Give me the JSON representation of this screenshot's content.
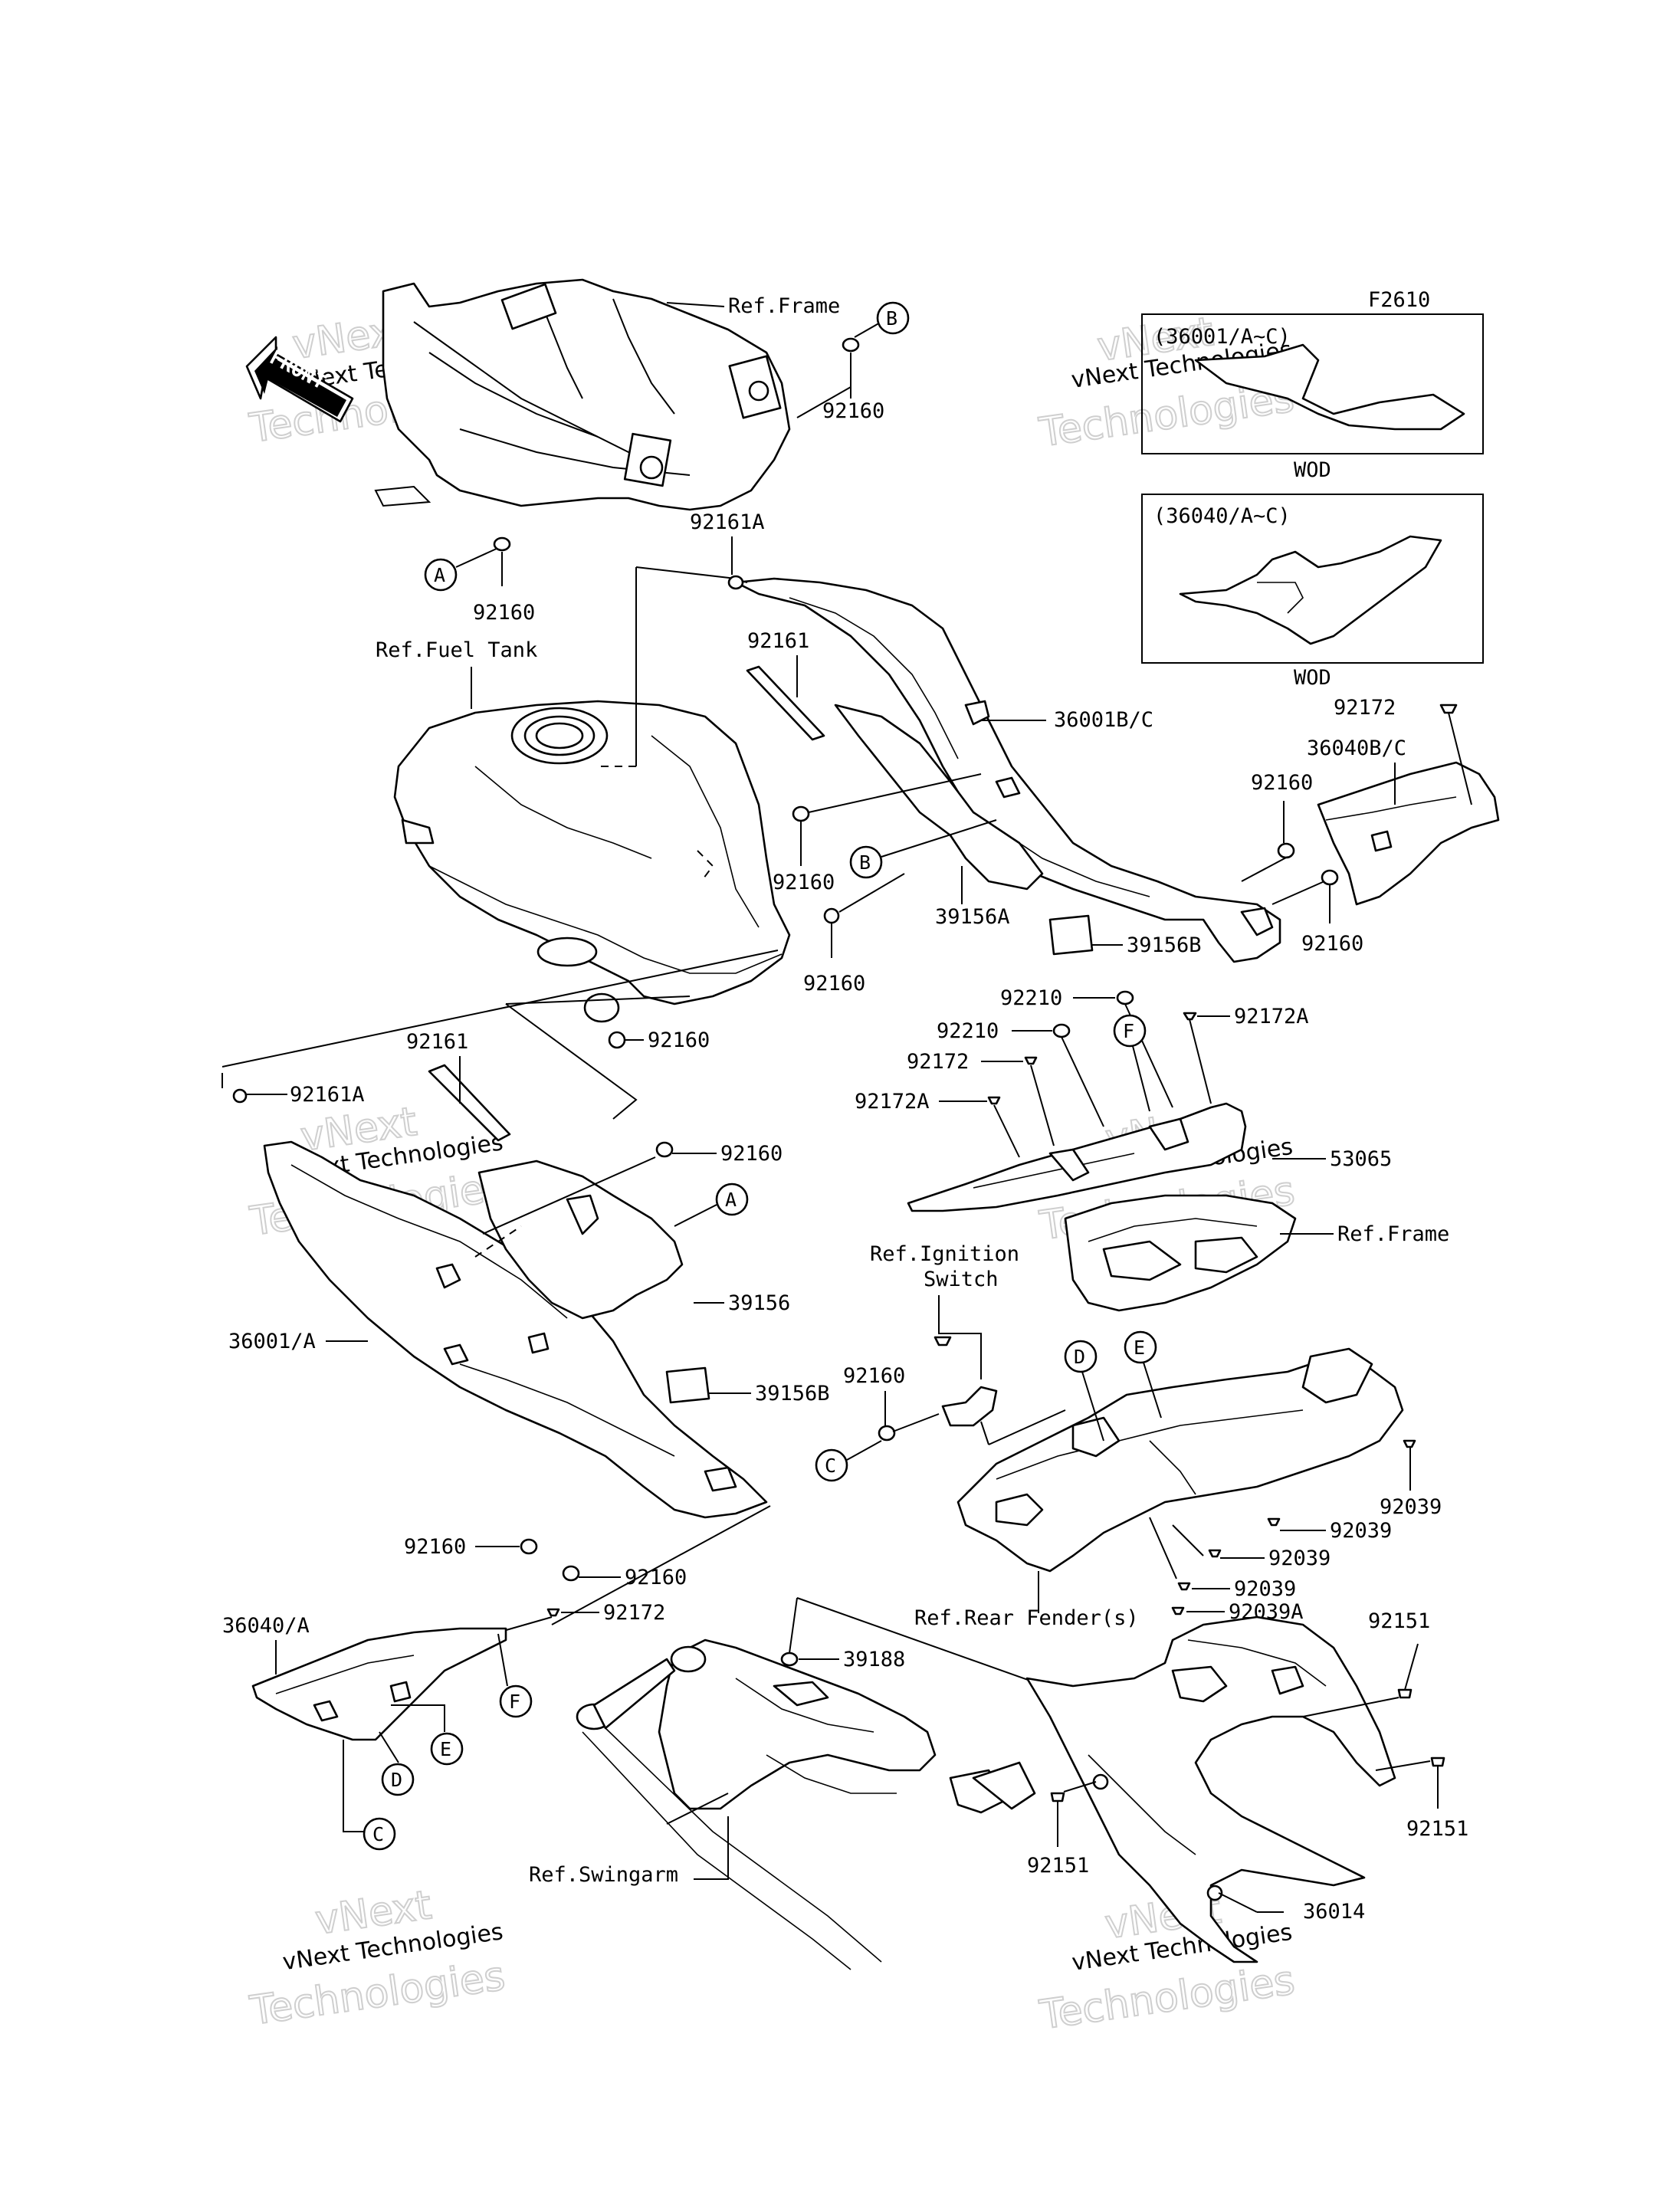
{
  "diagram_code": "F2610",
  "front_arrow": "FRONT",
  "insets": [
    {
      "code": "(36001/A~C)",
      "caption": "WOD"
    },
    {
      "code": "(36040/A~C)",
      "caption": "WOD"
    }
  ],
  "refs": {
    "frame_top": "Ref.Frame",
    "fuel_tank": "Ref.Fuel Tank",
    "frame_mid": "Ref.Frame",
    "ignition_1": "Ref.Ignition",
    "ignition_2": "Switch",
    "rear_fender": "Ref.Rear Fender(s)",
    "swingarm": "Ref.Swingarm"
  },
  "parts": {
    "p92160_top": "92160",
    "p92160_a": "92160",
    "p92161A_top": "92161A",
    "p92161_top": "92161",
    "p36001BC": "36001B/C",
    "p92160_mid1": "92160",
    "p39156A": "39156A",
    "p92160_mid2": "92160",
    "p39156B_right": "39156B",
    "p92160_tank": "92160",
    "p92172_right": "92172",
    "p36040BC": "36040B/C",
    "p92160_r1": "92160",
    "p92160_r2": "92160",
    "p92210_a": "92210",
    "p92172A_a": "92172A",
    "p92210_b": "92210",
    "p92172_b": "92172",
    "p92172A_b": "92172A",
    "p53065": "53065",
    "p92161_left": "92161",
    "p92161A_left": "92161A",
    "p92160_left1": "92160",
    "p39156": "39156",
    "p36001A": "36001/A",
    "p39156B_left": "39156B",
    "p92160_c": "92160",
    "p92039_1": "92039",
    "p92039_2": "92039",
    "p92039_3": "92039",
    "p92039_4": "92039",
    "p92039A": "92039A",
    "p92160_low1": "92160",
    "p92160_low2": "92160",
    "p92172_low": "92172",
    "p36040A": "36040/A",
    "p39188": "39188",
    "p92151_1": "92151",
    "p92151_2": "92151",
    "p92151_3": "92151",
    "p36014": "36014"
  },
  "callouts": {
    "A1": "A",
    "A2": "A",
    "B1": "B",
    "B2": "B",
    "C1": "C",
    "C2": "C",
    "D1": "D",
    "D2": "D",
    "E1": "E",
    "E2": "E",
    "F1": "F",
    "F2": "F"
  },
  "watermarks": {
    "line1": "vNext",
    "line2": "vNext Technologies",
    "line3": "Technologies"
  }
}
